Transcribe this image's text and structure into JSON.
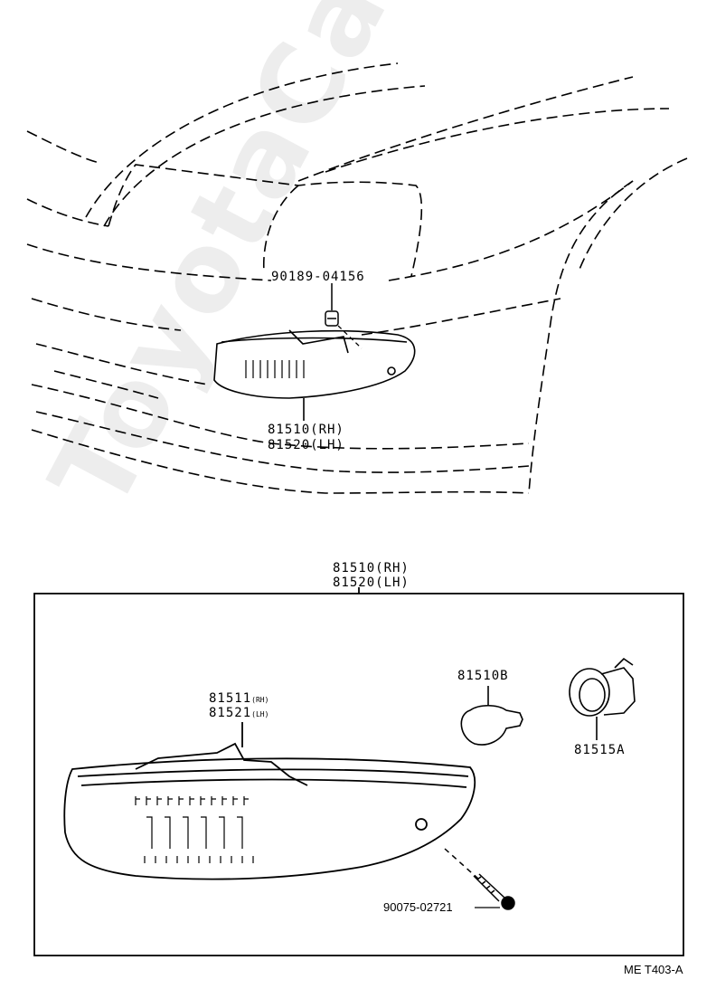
{
  "labels": {
    "clip_part": "90189-04156",
    "upper_assy_rh": "81510(RH)",
    "upper_assy_lh": "81520(LH)",
    "frame_assy_rh": "81510(RH)",
    "frame_assy_lh": "81520(LH)",
    "lens_rh_num": "81511",
    "lens_rh_tag": "(RH)",
    "lens_lh_num": "81521",
    "lens_lh_tag": "(LH)",
    "bulb": "81510B",
    "socket": "81515A",
    "screw": "90075-02721",
    "diagram_code": "ME T403-A"
  },
  "watermark": "ToyotaCarMine.ru",
  "colors": {
    "line": "#000000",
    "background": "#ffffff",
    "watermark": "#e8e8e8"
  }
}
